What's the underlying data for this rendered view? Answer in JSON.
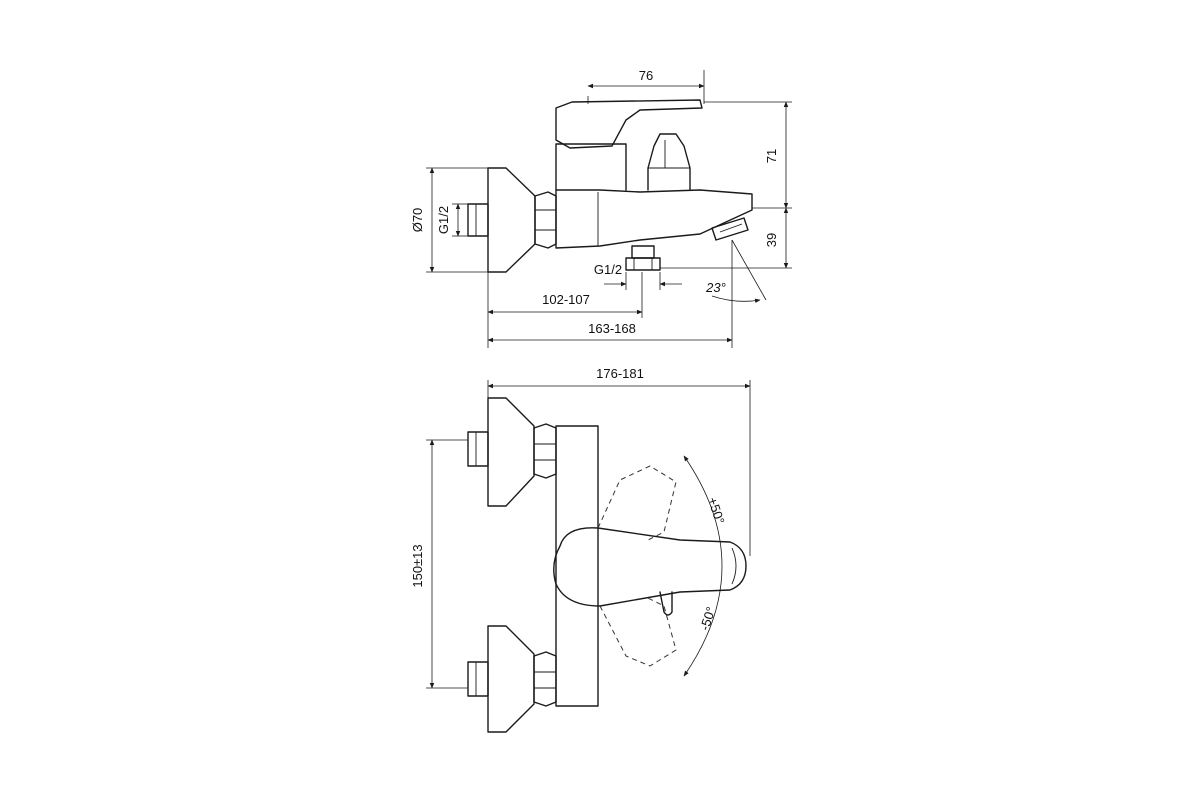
{
  "side_view": {
    "dims": {
      "handle_width": "76",
      "height_top": "71",
      "height_bottom": "39",
      "flange_diameter": "Ø70",
      "inlet_thread": "G1/2",
      "outlet_thread": "G1/2",
      "outlet_distance": "102-107",
      "spout_length": "163-168",
      "spout_angle": "23°"
    }
  },
  "top_view": {
    "dims": {
      "total_width": "176-181",
      "center_distance": "150±13",
      "rotation_plus": "+50°",
      "rotation_minus": "-50°"
    }
  }
}
